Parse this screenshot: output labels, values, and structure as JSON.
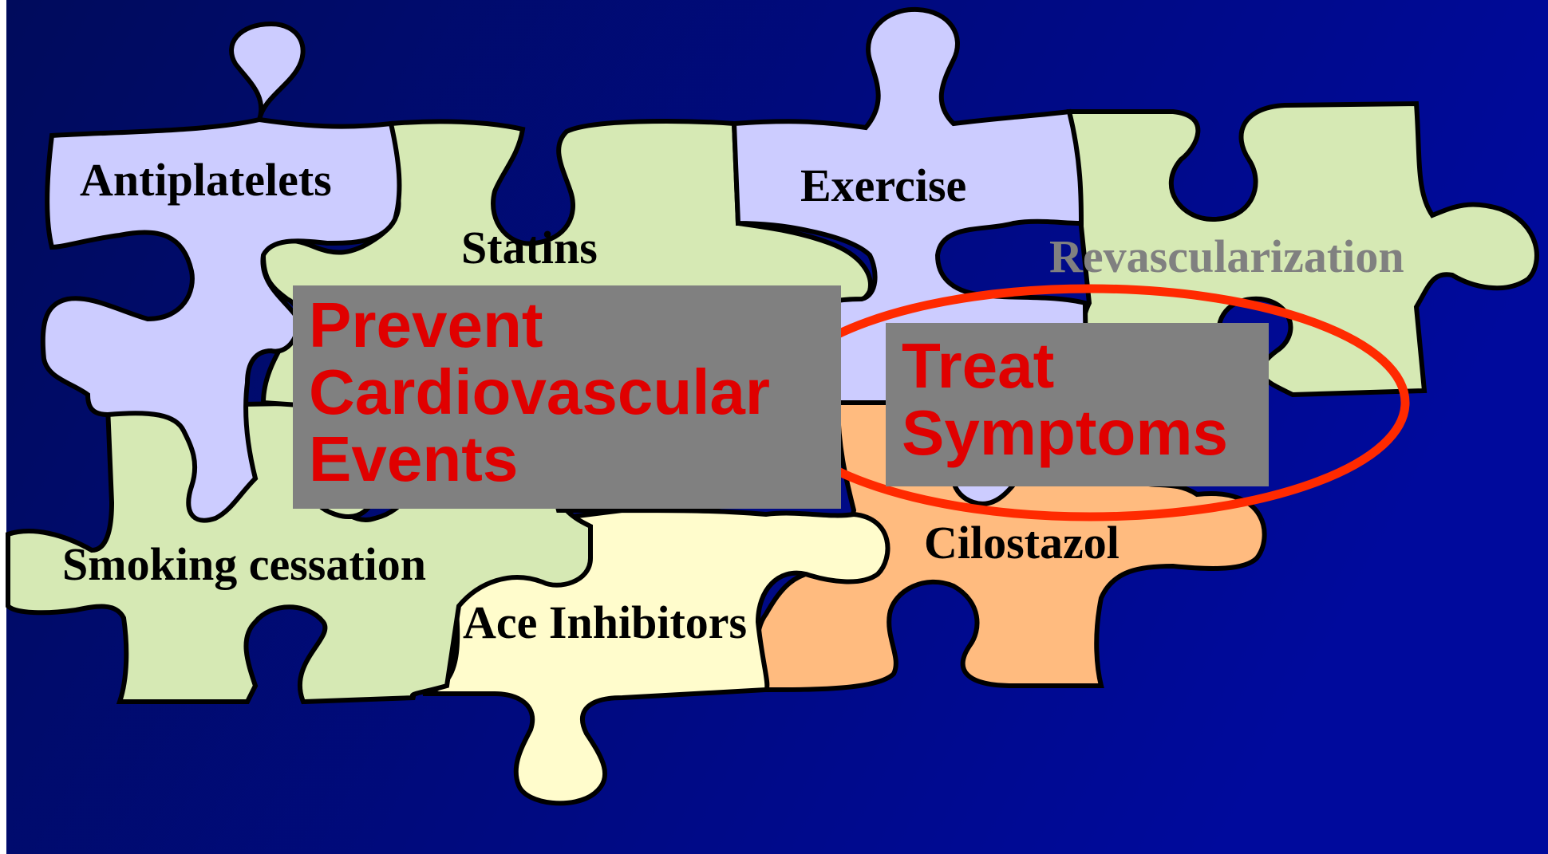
{
  "colors": {
    "background_dark": "#000b5c",
    "background_blue": "#000a9c",
    "piece_lavender": "#ccccff",
    "piece_green": "#d6e9b4",
    "piece_cream": "#fffccc",
    "piece_orange": "#ffbb7f",
    "outline": "#000000",
    "callout_fill": "#808080",
    "callout_text": "#e00000",
    "ellipse": "#ff2a00",
    "muted_label": "#808080"
  },
  "pieces": {
    "antiplatelets": "Antiplatelets",
    "statins": "Statins",
    "exercise": "Exercise",
    "revascularization": "Revascularization",
    "smoking_cessation": "Smoking cessation",
    "ace_inhibitors": "Ace Inhibitors",
    "cilostazol": "Cilostazol"
  },
  "callouts": {
    "prevent": {
      "line1": "Prevent",
      "line2": "Cardiovascular",
      "line3": "Events"
    },
    "treat": {
      "line1": "Treat",
      "line2": "Symptoms"
    }
  }
}
